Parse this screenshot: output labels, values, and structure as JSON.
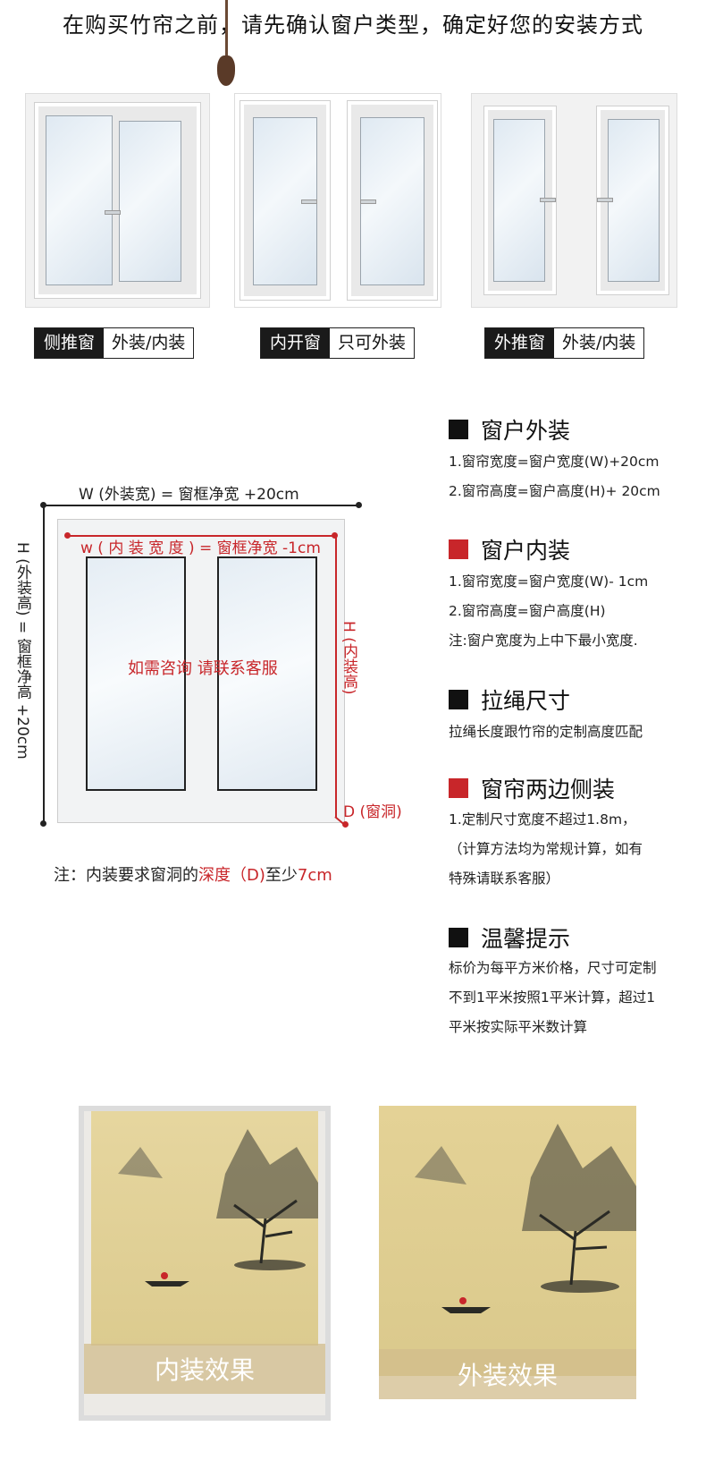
{
  "headline": "在购买竹帘之前，请先确认窗户类型，确定好您的安装方式",
  "window_types": [
    {
      "type": "侧推窗",
      "install": "外装/内装"
    },
    {
      "type": "内开窗",
      "install": "只可外装"
    },
    {
      "type": "外推窗",
      "install": "外装/内装"
    }
  ],
  "diagram": {
    "outer_width": "W (外装宽) = 窗框净宽 +20cm",
    "inner_width": "w ( 内 装 宽 度 ) = 窗框净宽 -1cm",
    "outer_height": "H (外装高) = 窗框净高 +20cm",
    "inner_height": "H (内装高)",
    "depth": "D (窗洞)",
    "consult": "如需咨询 请联系客服",
    "note_prefix": "注：内装要求窗洞的",
    "note_red1": "深度（D)",
    "note_mid": "至少",
    "note_red2": "7cm"
  },
  "sections": [
    {
      "title": "窗户外装",
      "marker_color": "#111111",
      "lines": [
        "1.窗帘宽度=窗户宽度(W)+20cm",
        "2.窗帘高度=窗户高度(H)+ 20cm"
      ]
    },
    {
      "title": "窗户内装",
      "marker_color": "#c8262a",
      "lines": [
        "1.窗帘宽度=窗户宽度(W)- 1cm",
        "2.窗帘高度=窗户高度(H)",
        "注:窗户宽度为上中下最小宽度."
      ]
    },
    {
      "title": "拉绳尺寸",
      "marker_color": "#111111",
      "lines": [
        "拉绳长度跟竹帘的定制高度匹配"
      ]
    },
    {
      "title": "窗帘两边侧装",
      "marker_color": "#c8262a",
      "lines": [
        "1.定制尺寸宽度不超过1.8m，",
        "（计算方法均为常规计算，如有",
        "特殊请联系客服）"
      ]
    },
    {
      "title": "温馨提示",
      "marker_color": "#111111",
      "lines": [
        "标价为每平方米价格，尺寸可定制",
        "不到1平米按照1平米计算，超过1",
        "平米按实际平米数计算"
      ]
    }
  ],
  "photos": [
    {
      "caption": "内装效果"
    },
    {
      "caption": "外装效果"
    }
  ]
}
